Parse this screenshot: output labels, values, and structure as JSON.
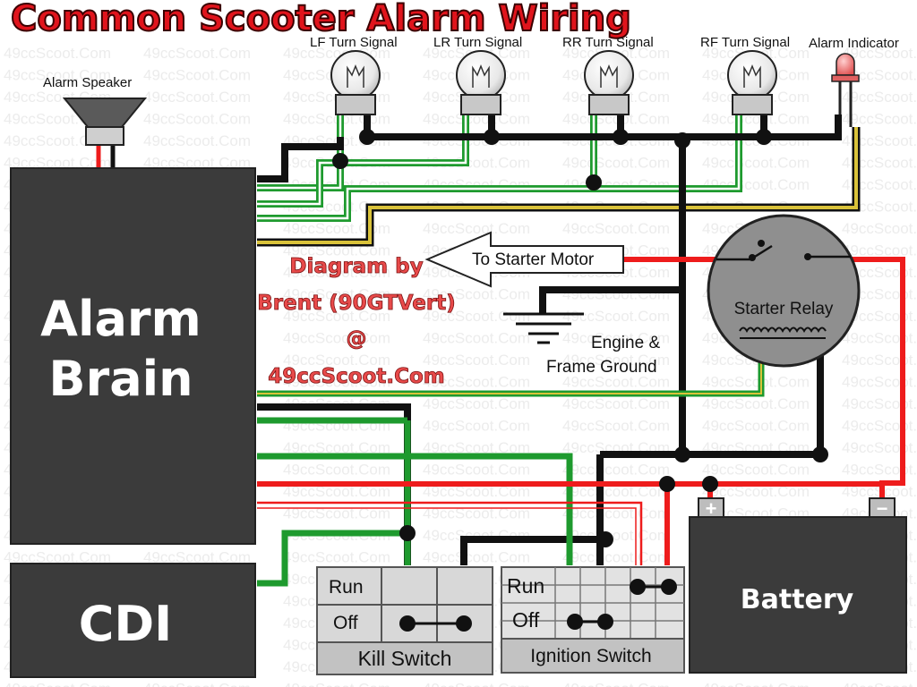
{
  "title": "Common Scooter Alarm Wiring",
  "watermark": "49ccScoot.Com",
  "credit": [
    "Diagram by",
    "Brent (90GTVert)",
    "@",
    "49ccScoot.Com"
  ],
  "components": {
    "alarm_brain": [
      "Alarm",
      "Brain"
    ],
    "cdi": "CDI",
    "battery": "Battery",
    "battery_plus": "+",
    "battery_minus": "−",
    "starter_relay": "Starter Relay",
    "alarm_speaker": "Alarm Speaker",
    "alarm_indicator": "Alarm Indicator",
    "lf_turn_signal": "LF Turn Signal",
    "lr_turn_signal": "LR Turn Signal",
    "rr_turn_signal": "RR Turn Signal",
    "rf_turn_signal": "RF Turn Signal",
    "to_starter_motor": "To Starter Motor",
    "ground": [
      "Engine &",
      "Frame Ground"
    ]
  },
  "kill_switch": {
    "label": "Kill Switch",
    "run": "Run",
    "off": "Off"
  },
  "ignition_switch": {
    "label": "Ignition Switch",
    "run": "Run",
    "off": "Off"
  },
  "colors": {
    "wire_black": "#111111",
    "wire_red": "#ee1c1c",
    "wire_green": "#1e9a2e",
    "wire_yellow": "#d9c23a",
    "component_fill": "#3b3b3b",
    "title_red": "#e0141c"
  }
}
